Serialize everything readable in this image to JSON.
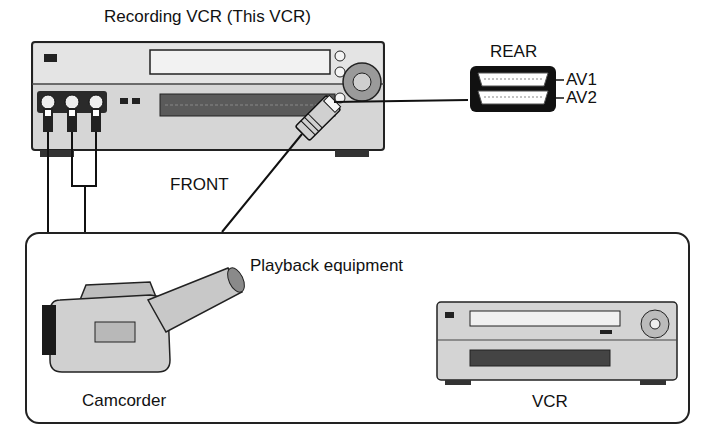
{
  "diagram": {
    "nodes": [
      {
        "text": [
          "Recording VCR (This VCR)",
          "FRONT"
        ]
      },
      {
        "text": [
          "REAR"
        ]
      },
      {
        "text": [
          "Playback equipment"
        ]
      },
      {
        "text": [
          "Camcorder"
        ],
        "in": 2
      },
      {
        "text": [
          "VCR"
        ],
        "in": 2
      }
    ],
    "edges": [
      {
        "from": 0,
        "to": 2,
        "arrow": "none"
      },
      {
        "from": 1,
        "to": 2,
        "arrow": "none"
      }
    ],
    "labels": [
      "AV1",
      "AV2"
    ]
  }
}
